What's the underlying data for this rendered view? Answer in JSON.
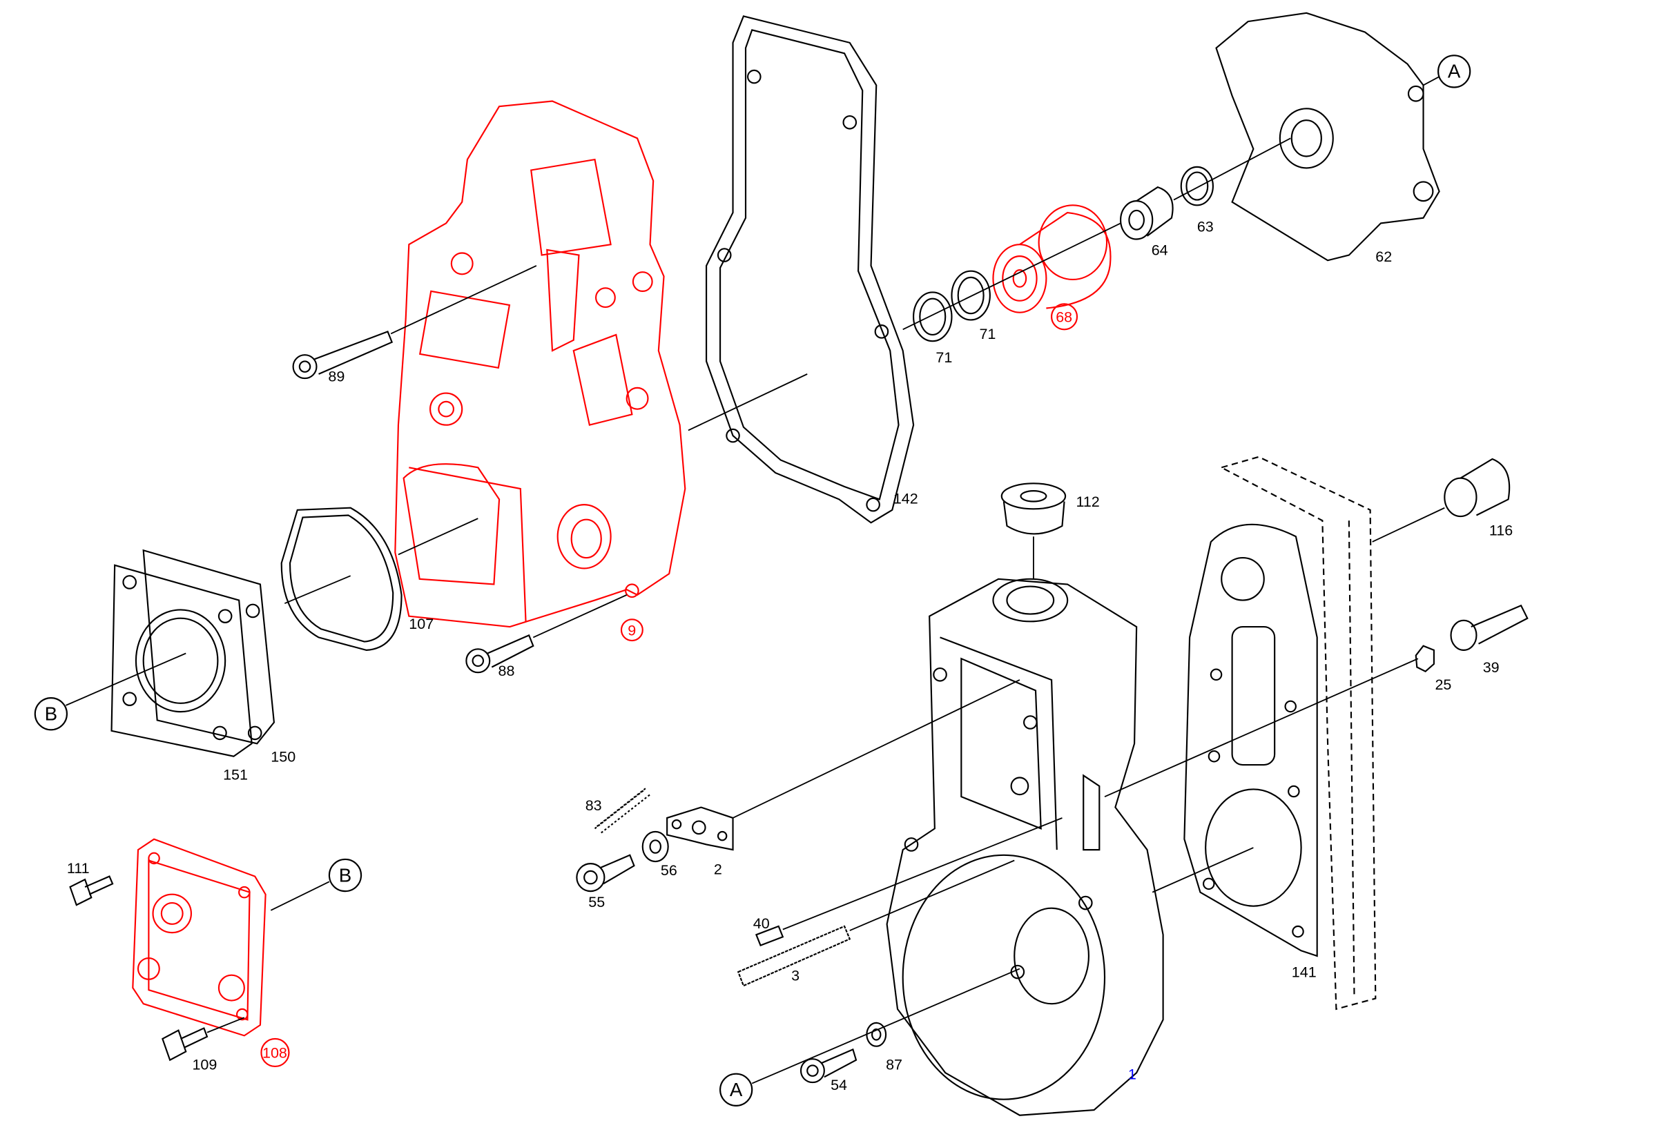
{
  "diagram": {
    "colors": {
      "highlight": "#ff0000",
      "normal": "#000000",
      "current": "#0000ff"
    },
    "labels": {
      "p89": "89",
      "p142": "142",
      "p71a": "71",
      "p71b": "71",
      "p68": "68",
      "p64": "64",
      "p63": "63",
      "p62": "62",
      "refA1": "A",
      "p112": "112",
      "p116": "116",
      "p107": "107",
      "p9": "9",
      "p88": "88",
      "p151": "151",
      "p150": "150",
      "refB1": "B",
      "p25": "25",
      "p39": "39",
      "p83": "83",
      "p2": "2",
      "p56": "56",
      "p55": "55",
      "p111": "111",
      "refB2": "B",
      "p40": "40",
      "p3": "3",
      "p141": "141",
      "p109": "109",
      "p108": "108",
      "refA2": "A",
      "p54": "54",
      "p87": "87",
      "p1": "1"
    }
  }
}
